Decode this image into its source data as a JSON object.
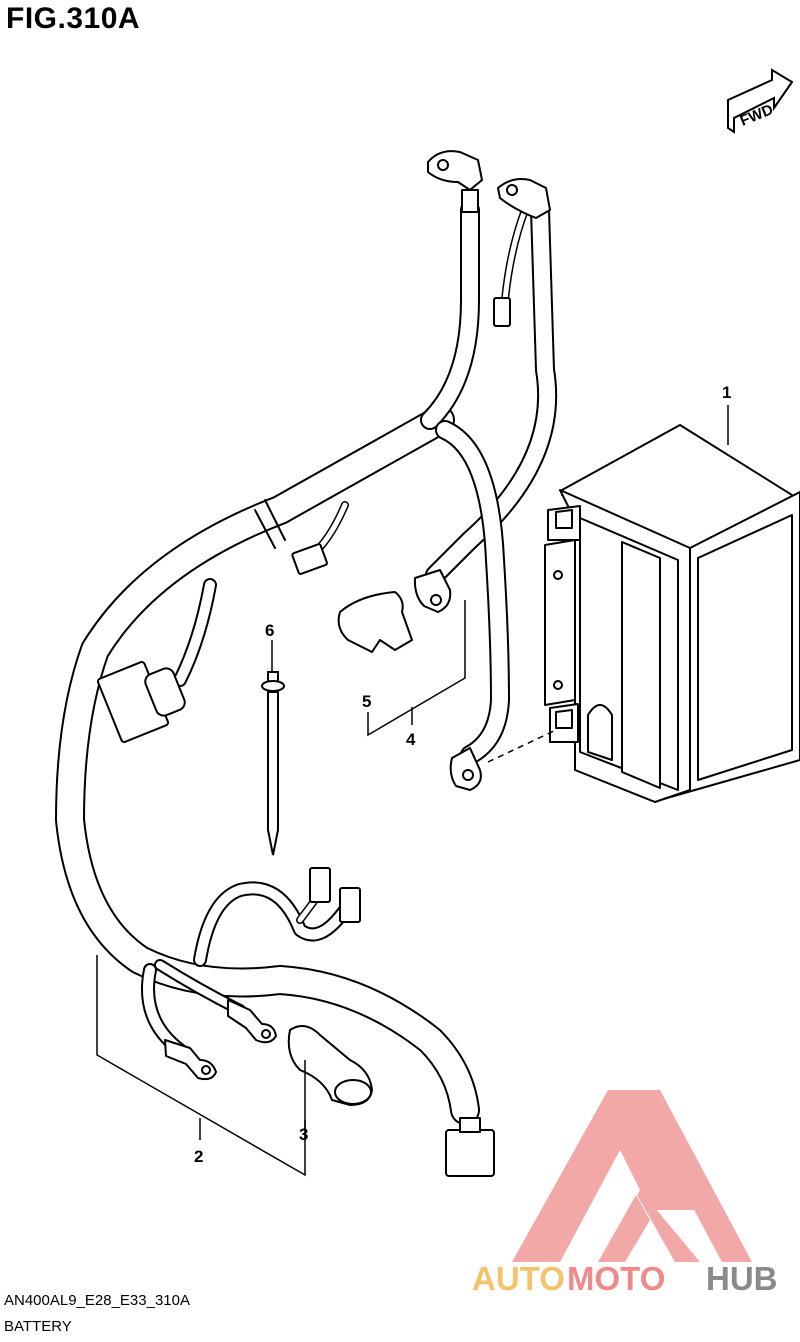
{
  "figure": {
    "title": "FIG.310A",
    "code": "AN400AL9_E28_E33_310A",
    "name": "BATTERY"
  },
  "direction_badge": {
    "label": "FWD"
  },
  "callouts": {
    "p1": "1",
    "p2": "2",
    "p3": "3",
    "p4": "4",
    "p5": "5",
    "p6": "6"
  },
  "watermark": {
    "part1": "AUTO",
    "part2": "MOTO",
    "part3": "HUB",
    "colors": {
      "auto": "#f5c46a",
      "moto": "#f08a88",
      "hub": "#8a8a8a",
      "logo": "#f19a9a"
    }
  }
}
